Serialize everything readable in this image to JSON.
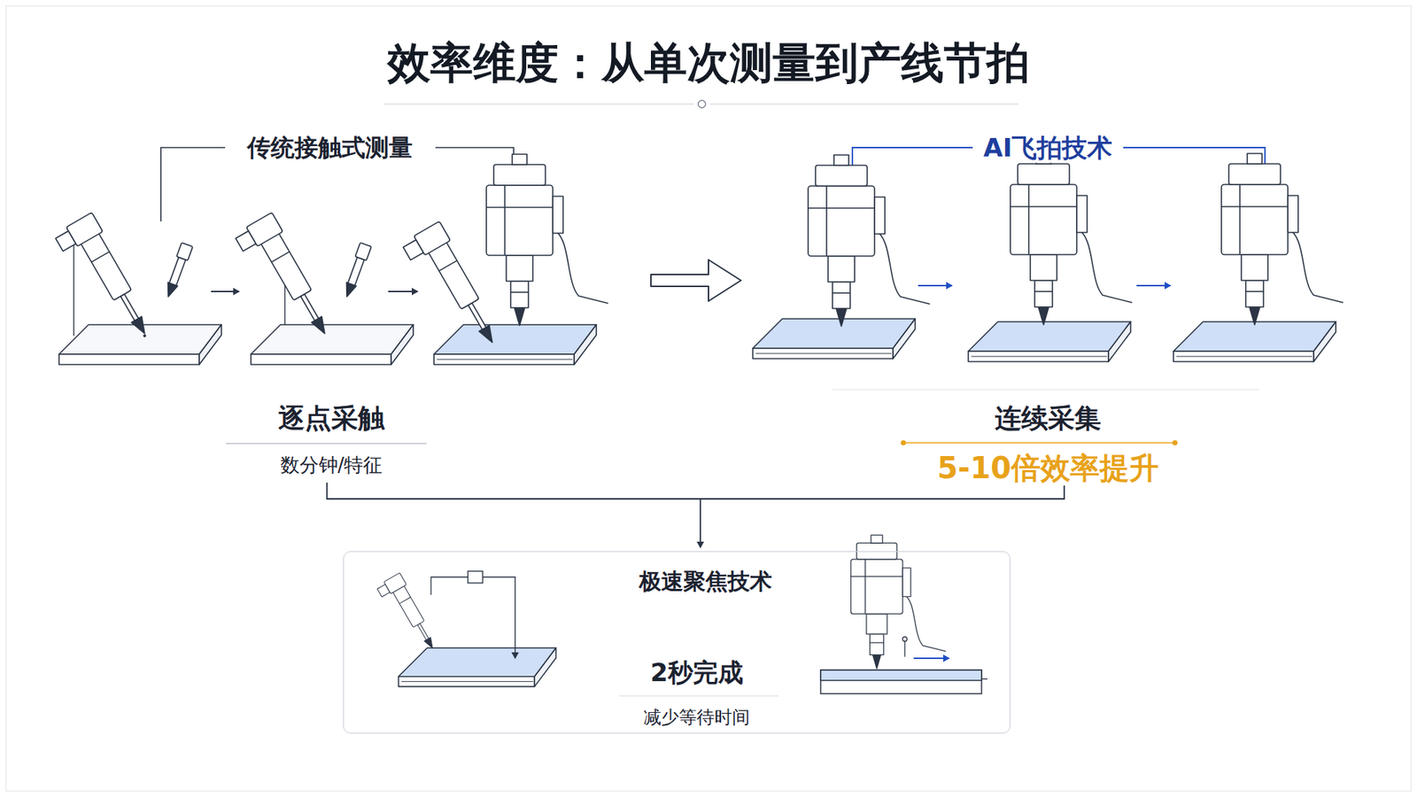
{
  "diagram": {
    "title": "效率维度：从单次测量到产线节拍",
    "nodes": [
      {
        "text": [
          "极速聚焦技术",
          "2秒完成",
          "减少等待时间"
        ]
      }
    ],
    "labels": [
      "传统接触式测量",
      "AI飞拍技术",
      "逐点采触",
      "数分钟/特征",
      "连续采集",
      "5-10倍效率提升"
    ]
  }
}
